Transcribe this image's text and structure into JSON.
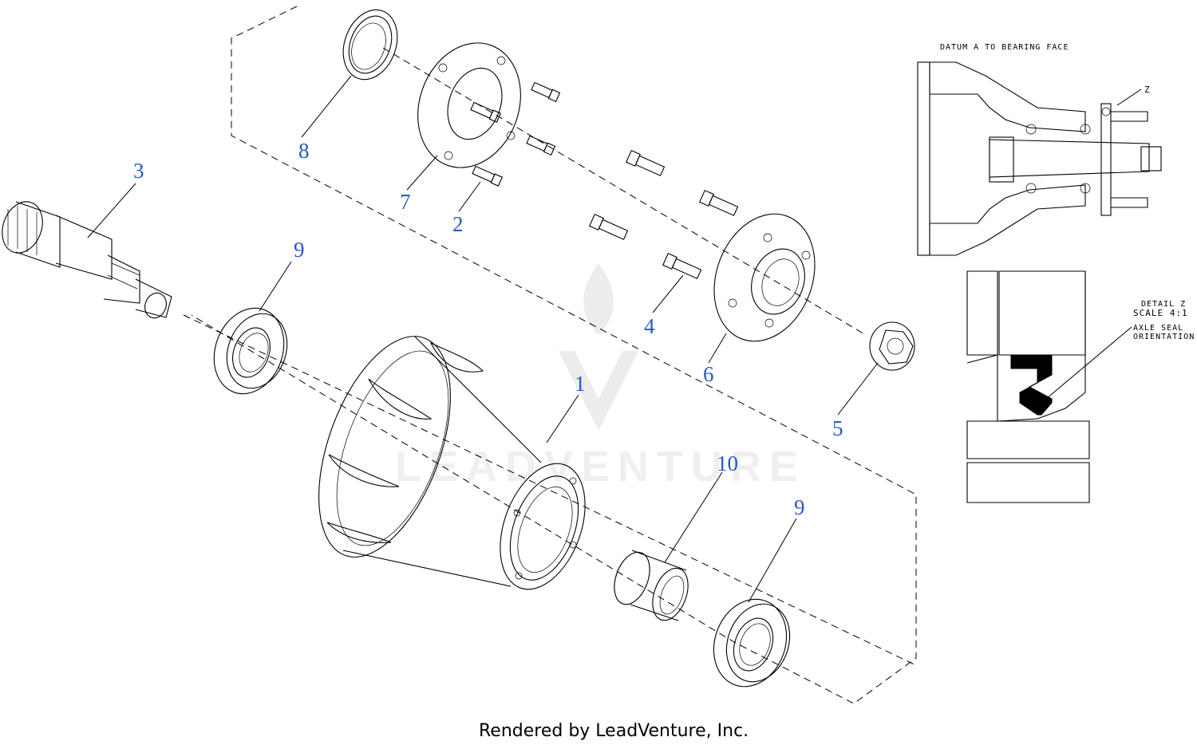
{
  "callouts": {
    "c1": "1",
    "c2": "2",
    "c3": "3",
    "c4": "4",
    "c5": "5",
    "c6": "6",
    "c7": "7",
    "c8": "8",
    "c9a": "9",
    "c9b": "9",
    "c10": "10"
  },
  "section_view": {
    "title": "DATUM A TO BEARING FACE",
    "marker": "Z"
  },
  "detail_view": {
    "title": "DETAIL Z",
    "scale": "SCALE 4:1",
    "note_line1": "AXLE SEAL",
    "note_line2": "ORIENTATION"
  },
  "watermark": "LEADVENTURE",
  "credit": "Rendered by LeadVenture, Inc.",
  "colors": {
    "callout": "#2b57c9",
    "line": "#000000",
    "seal": "#000000"
  }
}
